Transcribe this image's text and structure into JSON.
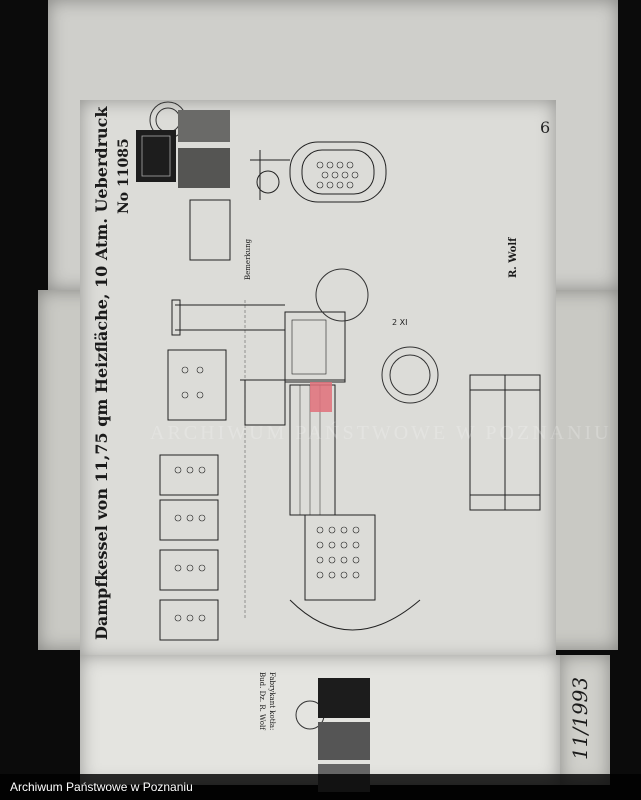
{
  "document": {
    "main_title": "Dampfkessel von 11,75 qm Heizfläche, 10 Atm. Ueberdruck",
    "drawing_number": "No 11085",
    "page_number": "6",
    "stamp_text": "Bemerkung",
    "sheet_code": "2 XI",
    "watermark": "ARCHIWUM PAŃSTWOWE W POZNANIU",
    "company_label": "R. Wolf",
    "bottom_form_label": "Fabrykant kotła:",
    "bottom_form_value": "Bud. Dz. R. Wolf",
    "handwritten_number": "11/1993"
  },
  "footer": {
    "archive_name": "Archiwum Państwowe w Poznaniu"
  },
  "colors": {
    "background": "#0b0b0b",
    "paper": "#d9d9d5",
    "ink": "#1a1a1a",
    "red_mark": "#e0707a"
  }
}
